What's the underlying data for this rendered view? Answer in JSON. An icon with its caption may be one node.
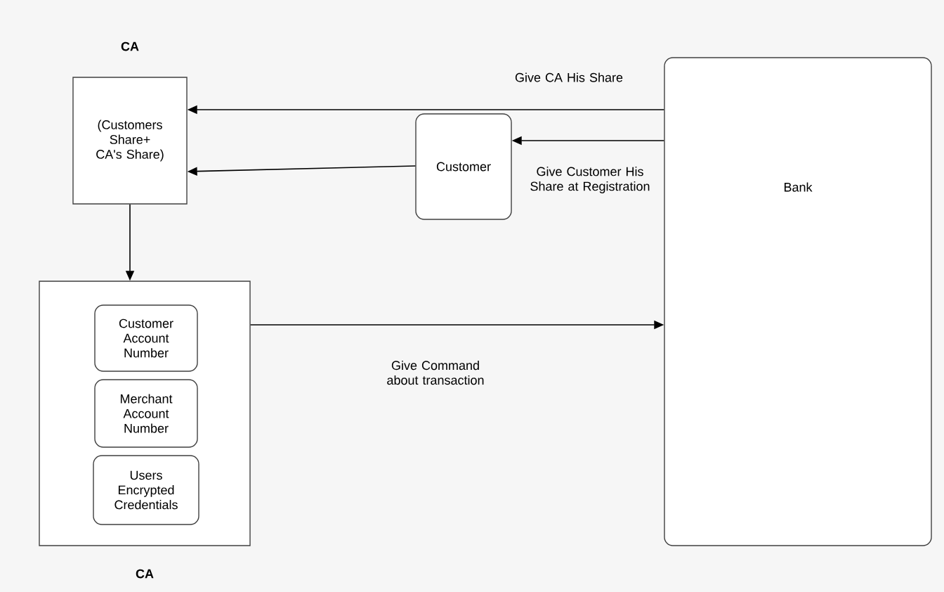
{
  "diagram": {
    "nodes": [
      {
        "text": [
          "CA",
          "(Customers Share+ CA's Share)"
        ]
      },
      {
        "text": [
          "Customer"
        ]
      },
      {
        "text": [
          "Bank"
        ]
      },
      {
        "text": [
          "CA"
        ]
      },
      {
        "text": [
          "Customer Account Number"
        ],
        "in": 3
      },
      {
        "text": [
          "Merchant Account Number"
        ],
        "in": 3
      },
      {
        "text": [
          "Users Encrypted Credentials"
        ],
        "in": 3
      }
    ],
    "edges": [
      {
        "from": 2,
        "to": 0,
        "arrow": "to",
        "label": "Give CA His Share"
      },
      {
        "from": 2,
        "to": 1,
        "arrow": "to",
        "label": "Give Customer His Share at Registration"
      },
      {
        "from": 1,
        "to": 0,
        "arrow": "to"
      },
      {
        "from": 0,
        "to": 3,
        "arrow": "to"
      },
      {
        "from": 3,
        "to": 2,
        "arrow": "to",
        "label": "Give Command about transaction"
      }
    ]
  }
}
